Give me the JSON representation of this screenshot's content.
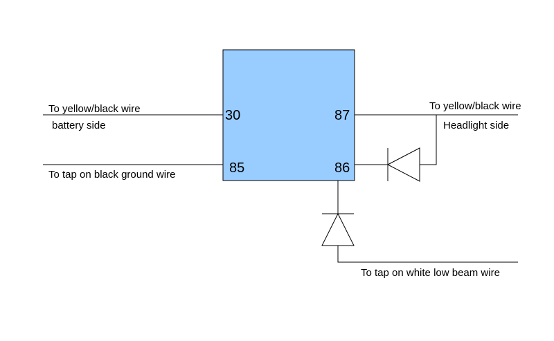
{
  "relay": {
    "fill": "#99ccff",
    "pins": {
      "p30": "30",
      "p87": "87",
      "p85": "85",
      "p86": "86"
    }
  },
  "labels": {
    "left_top_line1": "To yellow/black wire",
    "left_top_line2": "battery side",
    "left_bottom": "To tap on black ground wire",
    "right_top_line1": "To yellow/black wire",
    "right_top_line2": "Headlight side",
    "bottom": "To tap on white low beam wire"
  }
}
